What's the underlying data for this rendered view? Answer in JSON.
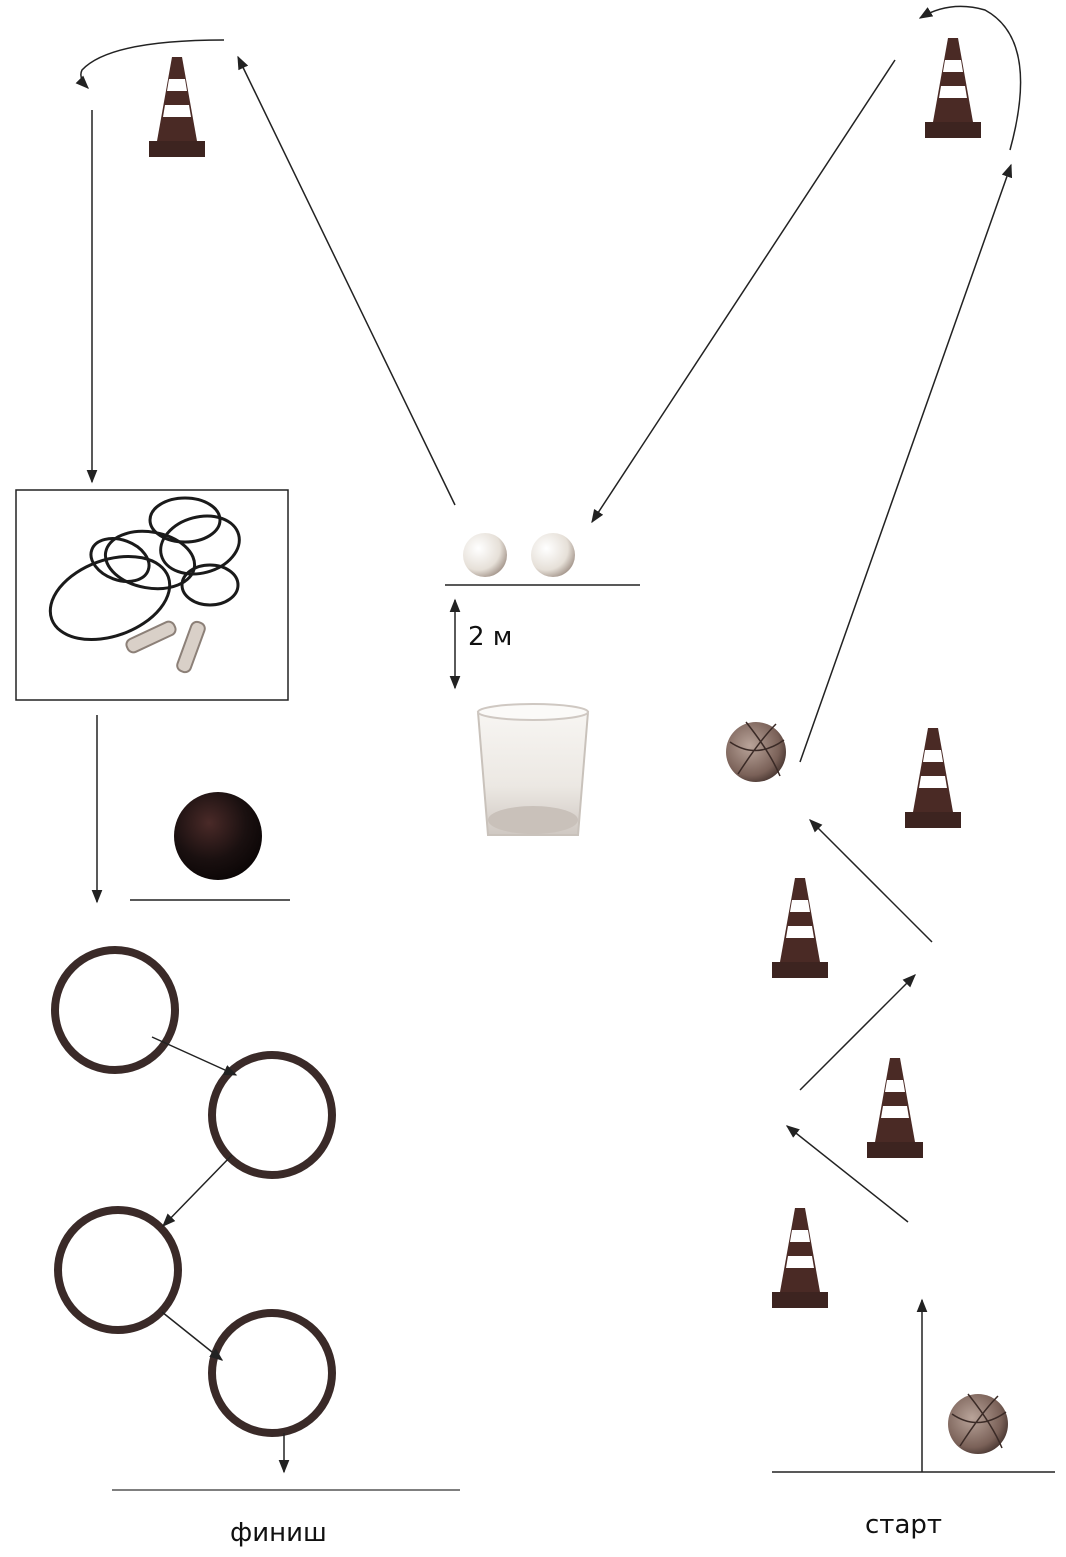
{
  "labels": {
    "distance": "2 м",
    "finish": "финиш",
    "start": "старт"
  },
  "colors": {
    "cone_body": "#4a2a25",
    "cone_stripe": "#ffffff",
    "ring": "#3a2a28",
    "line": "#222222",
    "ball_light": "#e6e0d8",
    "basketball": "#7a6158",
    "medicine_ball": "#1a1010"
  },
  "icons": [
    "traffic-cone-icon",
    "jump-rope-icon",
    "ping-pong-ball-icon",
    "cup-icon",
    "basketball-icon",
    "medicine-ball-icon",
    "hoop-ring-icon"
  ]
}
